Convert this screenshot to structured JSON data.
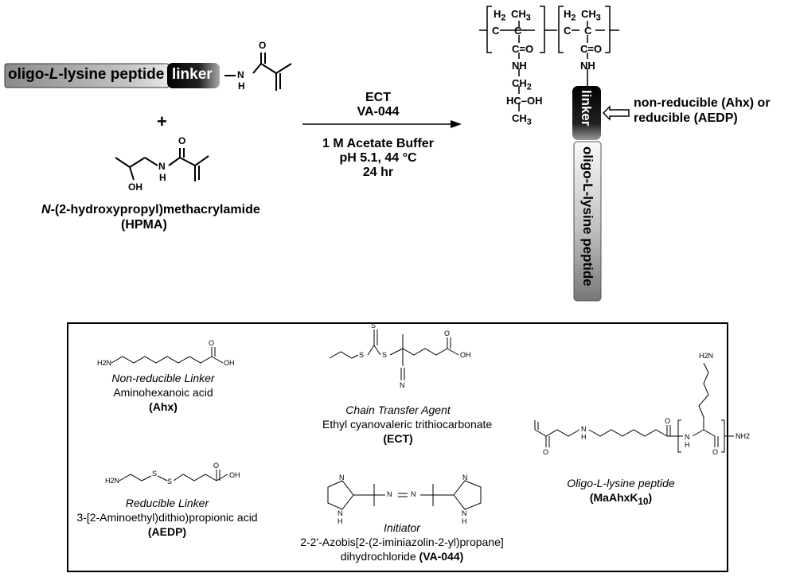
{
  "top": {
    "peptide_pill": "oligo-L-lysine peptide",
    "peptide_pill_prefix": "oligo-",
    "peptide_pill_italic": "L",
    "peptide_pill_suffix": "-lysine peptide",
    "linker_pill": "linker",
    "plus": "+",
    "hpma_name_italic": "N",
    "hpma_name_rest": "-(2-hydroxypropyl)methacrylamide",
    "hpma_abbrev": "(HPMA)",
    "atoms": {
      "O": "O",
      "N": "N",
      "H": "H",
      "OH": "OH"
    }
  },
  "conditions": {
    "above": [
      "ECT",
      "VA-044"
    ],
    "below": [
      "1 M Acetate Buffer",
      "pH 5.1, 44 °C",
      "24 hr"
    ]
  },
  "product": {
    "h2": "H",
    "h2_sub": "2",
    "c": "C",
    "ch3": "CH",
    "ch3_sub": "3",
    "co": "C=O",
    "nh": "NH",
    "ch2": "CH",
    "ch2_sub": "2",
    "hc_oh": "HC–OH",
    "ch3_end": "CH",
    "ch3_end_sub": "3",
    "linker": "linker",
    "peptide": "oligo-L-lysine peptide",
    "annotation": [
      "non-reducible (Ahx) or",
      "reducible (AEDP)"
    ]
  },
  "legend": {
    "ahx": {
      "italic": "Non-reducible Linker",
      "name": "Aminohexanoic acid",
      "abbrev": "(Ahx)"
    },
    "aedp": {
      "italic": "Reducible Linker",
      "name": "3-[2-Aminoethyl)dithio)propionic acid",
      "abbrev": "(AEDP)"
    },
    "ect": {
      "italic": "Chain Transfer Agent",
      "name": "Ethyl cyanovaleric trithiocarbonate",
      "abbrev": "(ECT)"
    },
    "va044": {
      "italic": "Initiator",
      "name": "2-2'-Azobis[2-(2-iminiazolin-2-yl)propane]",
      "name2_pre": "dihydrochloride ",
      "abbrev": "(VA-044)"
    },
    "peptide": {
      "italic": "Oligo-L-lysine peptide",
      "abbrev": "(MaAhxK",
      "abbrev_sub": "10",
      "abbrev_end": ")"
    },
    "atoms": {
      "H2N": "H2N",
      "OH": "OH",
      "O": "O",
      "S": "S",
      "N": "N",
      "H": "H",
      "NH2": "NH2"
    }
  },
  "colors": {
    "pill_dark": "#111111",
    "pill_light": "#ffffff",
    "line": "#000000"
  }
}
